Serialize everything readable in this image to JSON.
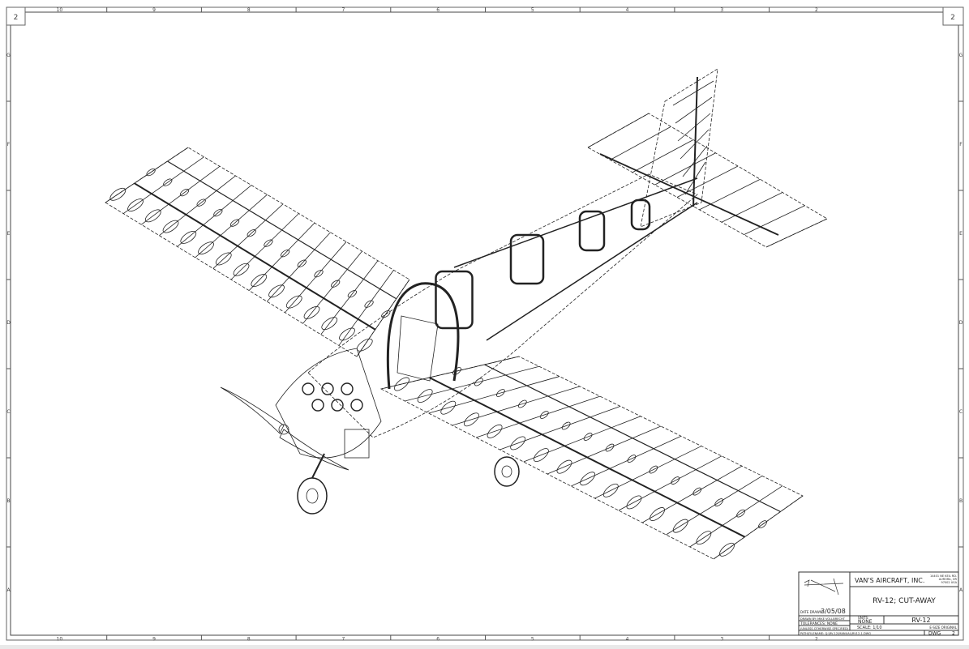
{
  "sheet": {
    "corner_label_left": "2",
    "corner_label_right": "2",
    "column_zones": [
      "10",
      "9",
      "8",
      "7",
      "6",
      "5",
      "4",
      "3",
      "2"
    ],
    "row_zones": [
      "G",
      "F",
      "E",
      "D",
      "C",
      "B",
      "A"
    ]
  },
  "title_block": {
    "company": "VAN'S AIRCRAFT, INC.",
    "address_lines": [
      "14401 NE KEIL RD.",
      "AURORA, OR",
      "97002 USA"
    ],
    "title": "RV-12; CUT-AWAY",
    "date_drawn_label": "DATE DRAWN:",
    "date_drawn": "3/05/08",
    "drawn_by": "DRAWN BY: MIKE VOLLBRECHT",
    "tolerances": "TOLERANCES:  NONE",
    "unless": "(UNLESS OTHERWISE SPECIFIED)",
    "path": "PATH\\FILENAME:  Q:\\RV-12\\MANUAL\\RV12-1.DWG",
    "units_label": "UNITS:",
    "units": "NONE",
    "scale": "SCALE: 1/10",
    "model": "RV-12",
    "size": "E-SIZE ORIGINAL",
    "dwg_label": "DWG",
    "dwg_number": "2"
  },
  "colors": {
    "line": "#222222",
    "border": "#555555"
  }
}
